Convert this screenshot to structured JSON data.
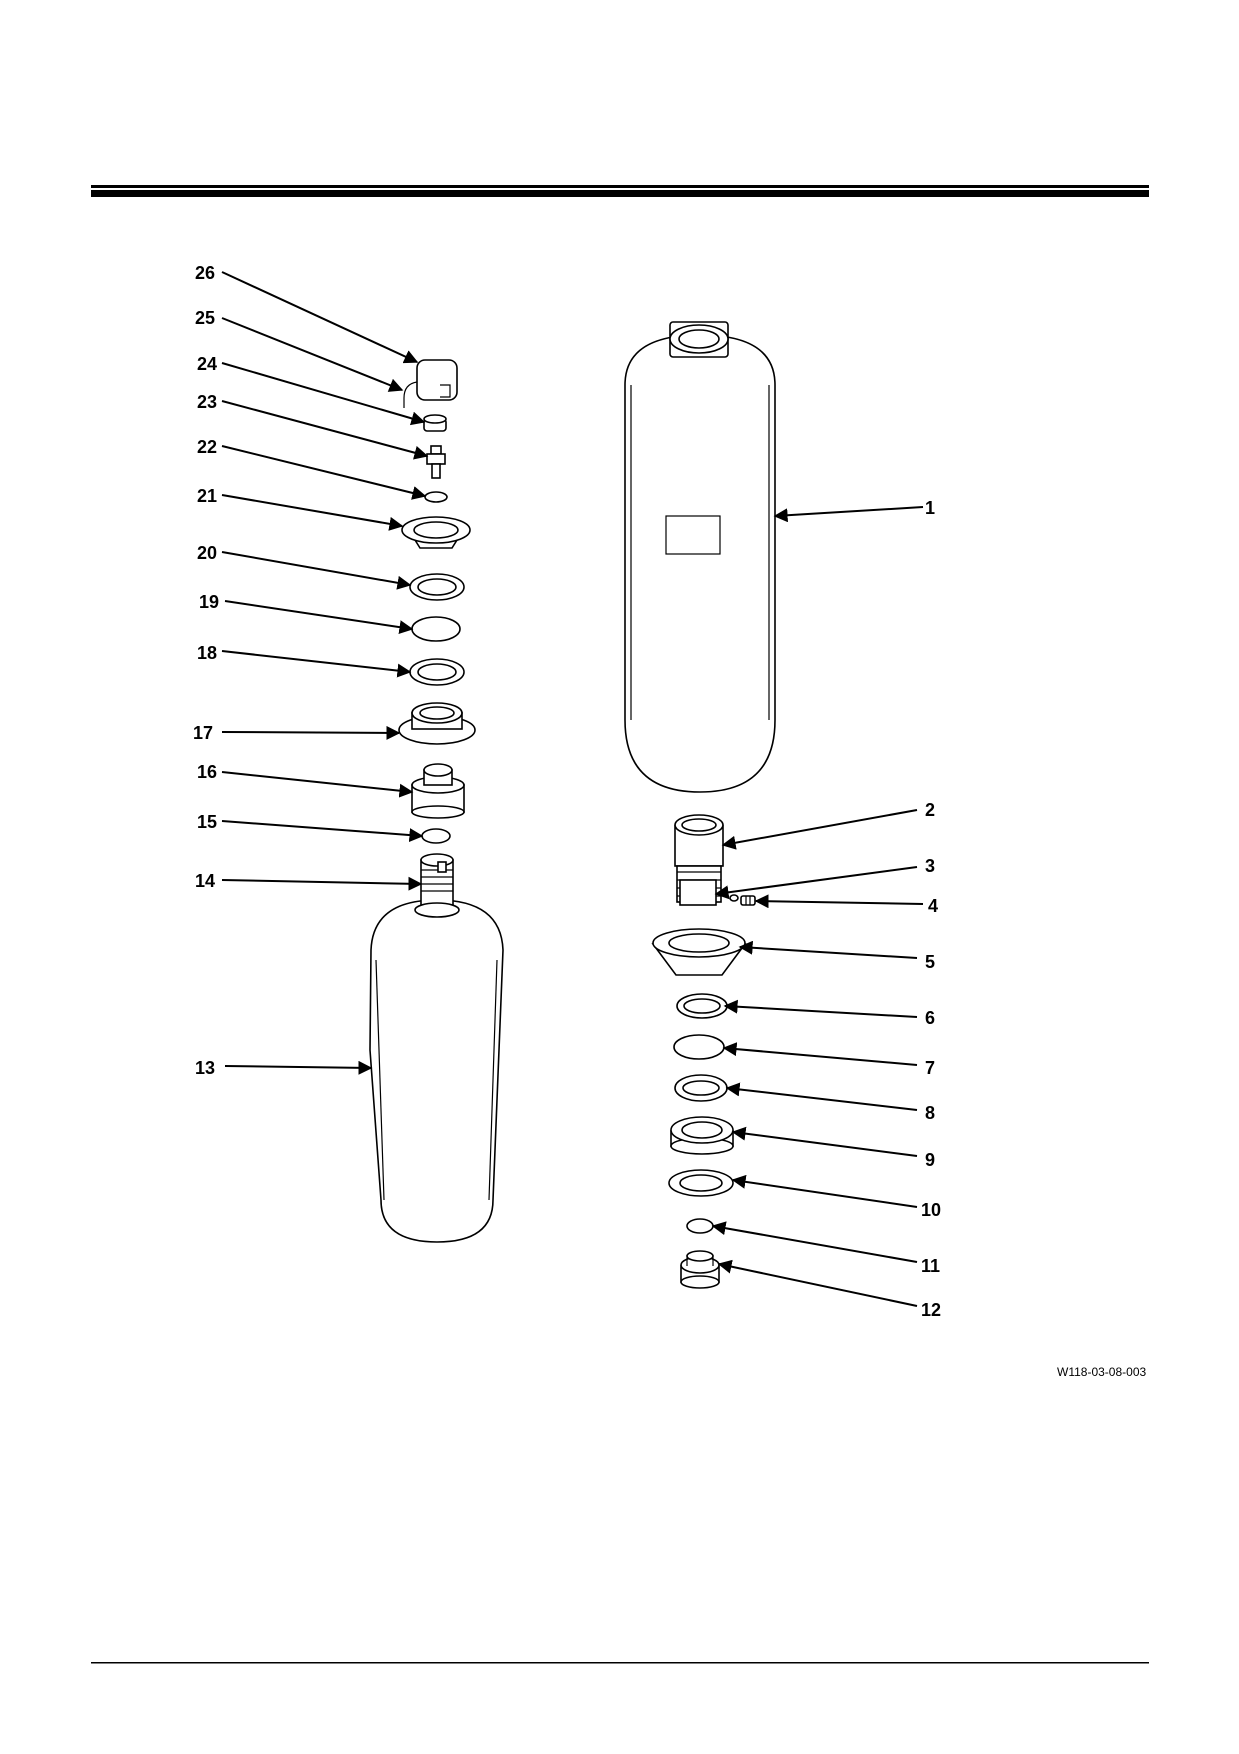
{
  "figure_id": "W118-03-08-003",
  "callouts": [
    {
      "id": "c1",
      "text": "1"
    },
    {
      "id": "c2",
      "text": "2"
    },
    {
      "id": "c3",
      "text": "3"
    },
    {
      "id": "c4",
      "text": "4"
    },
    {
      "id": "c5",
      "text": "5"
    },
    {
      "id": "c6",
      "text": "6"
    },
    {
      "id": "c7",
      "text": "7"
    },
    {
      "id": "c8",
      "text": "8"
    },
    {
      "id": "c9",
      "text": "9"
    },
    {
      "id": "c10",
      "text": "10"
    },
    {
      "id": "c11",
      "text": "11"
    },
    {
      "id": "c12",
      "text": "12"
    },
    {
      "id": "c13",
      "text": "13"
    },
    {
      "id": "c14",
      "text": "14"
    },
    {
      "id": "c15",
      "text": "15"
    },
    {
      "id": "c16",
      "text": "16"
    },
    {
      "id": "c17",
      "text": "17"
    },
    {
      "id": "c18",
      "text": "18"
    },
    {
      "id": "c19",
      "text": "19"
    },
    {
      "id": "c20",
      "text": "20"
    },
    {
      "id": "c21",
      "text": "21"
    },
    {
      "id": "c22",
      "text": "22"
    },
    {
      "id": "c23",
      "text": "23"
    },
    {
      "id": "c24",
      "text": "24"
    },
    {
      "id": "c25",
      "text": "25"
    },
    {
      "id": "c26",
      "text": "26"
    }
  ]
}
